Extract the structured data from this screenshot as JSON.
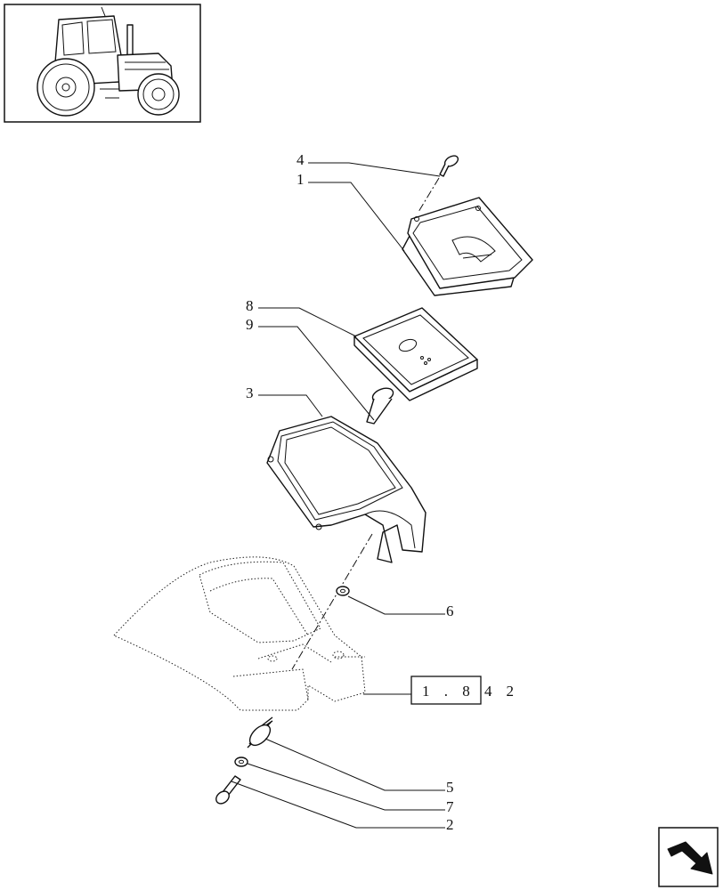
{
  "callouts": [
    {
      "id": "c4",
      "text": "4"
    },
    {
      "id": "c1",
      "text": "1"
    },
    {
      "id": "c8",
      "text": "8"
    },
    {
      "id": "c9",
      "text": "9"
    },
    {
      "id": "c3",
      "text": "3"
    },
    {
      "id": "c6",
      "text": "6"
    },
    {
      "id": "c5",
      "text": "5"
    },
    {
      "id": "c7",
      "text": "7"
    },
    {
      "id": "c2",
      "text": "2"
    }
  ],
  "reference": {
    "boxed": "1 . 8 4",
    "suffix": ". 2"
  },
  "icons": {
    "thumbnail": "tractor-thumbnail-icon",
    "navigation": "next-page-arrow-icon"
  }
}
